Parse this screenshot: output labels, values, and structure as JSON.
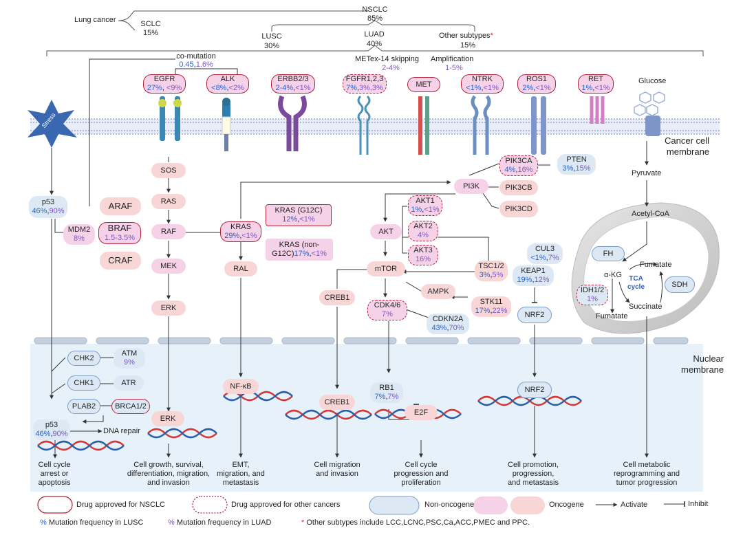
{
  "header": {
    "lung_cancer": "Lung cancer",
    "sclc": "SCLC",
    "sclc_pct": "15%",
    "nsclc": "NSCLC",
    "nsclc_pct": "85%",
    "lusc": "LUSC",
    "lusc_pct": "30%",
    "luad": "LUAD",
    "luad_pct": "40%",
    "other": "Other subtypes",
    "other_star": "*",
    "other_pct": "15%",
    "comutation": "co-mutation",
    "comutation_a": "0.45",
    "comutation_b": "1.6%",
    "metex": "METex-14 skipping",
    "metex_pct": "2-4%",
    "amplification": "Amplification",
    "amplification_pct": "1-5%"
  },
  "receptors": [
    {
      "name": "EGFR",
      "lusc": "27%",
      "luad": "<9%"
    },
    {
      "name": "ALK",
      "lusc": "<8%",
      "luad": "<2%"
    },
    {
      "name": "ERBB2/3",
      "lusc": "2-4%",
      "luad": "<1%"
    },
    {
      "name": "FGFR1,2,3",
      "lusc": "7%",
      "luad": "3%,3%"
    },
    {
      "name": "MET"
    },
    {
      "name": "NTRK",
      "lusc": "<1%",
      "luad": "<1%"
    },
    {
      "name": "ROS1",
      "lusc": "2%",
      "luad": "<1%"
    },
    {
      "name": "RET",
      "lusc": "1%",
      "luad": "<1%"
    }
  ],
  "glucose": "Glucose",
  "stress": "Stress",
  "membrane": {
    "cell": "Cancer cell\nmembrane",
    "nuclear": "Nuclear\nmembrane"
  },
  "nodes": {
    "p53": {
      "name": "p53",
      "lusc": "46%",
      "luad": "90%"
    },
    "mdm2": {
      "name": "MDM2",
      "val": "8%"
    },
    "sos": "SOS",
    "ras": "RAS",
    "raf": "RAF",
    "mek": "MEK",
    "erk": "ERK",
    "araf": "ARAF",
    "braf": {
      "name": "BRAF",
      "val": "1.5-3.5%"
    },
    "craf": "CRAF",
    "kras": {
      "name": "KRAS",
      "lusc": "29%",
      "luad": "<1%"
    },
    "kras_g12c": {
      "name": "KRAS (G12C)",
      "lusc": "12%",
      "luad": "<1%"
    },
    "kras_non": {
      "line1": "KRAS (non-",
      "line2": "G12C)",
      "lusc": "17%",
      "luad": "<1%"
    },
    "ral": "RAL",
    "pi3k": "PI3K",
    "pik3ca": {
      "name": "PIK3CA",
      "lusc": "4%",
      "luad": "16%"
    },
    "pik3cb": "PIK3CB",
    "pik3cd": "PIK3CD",
    "pten": {
      "name": "PTEN",
      "lusc": "3%",
      "luad": "15%"
    },
    "akt": "AKT",
    "akt1": {
      "name": "AKT1",
      "lusc": "1%",
      "luad": "<1%"
    },
    "akt2": {
      "name": "AKT2",
      "val": "4%"
    },
    "akt3": {
      "name": "AKT3",
      "val": "16%"
    },
    "mtor": "mTOR",
    "tsc": {
      "name": "TSC1/2",
      "lusc": "3%",
      "luad": "5%"
    },
    "ampk": "AMPK",
    "stk11": {
      "name": "STK11",
      "lusc": "17%",
      "luad": "22%"
    },
    "creb1": "CREB1",
    "cdk46": {
      "name": "CDK4/6",
      "val": "7%"
    },
    "cdkn2a": {
      "name": "CDKN2A",
      "lusc": "43%",
      "luad": "70%"
    },
    "cul3": {
      "name": "CUL3",
      "lusc": "<1%",
      "luad": "7%"
    },
    "keap1": {
      "name": "KEAP1",
      "lusc": "19%",
      "luad": "12%"
    },
    "nrf2": "NRF2",
    "pyruvate": "Pyruvate",
    "acetyl": "Acetyl-CoA",
    "fh": "FH",
    "akg": "α-KG",
    "fumarate1": "Fumatate",
    "fumarate2": "Fumatate",
    "succinate": "Succinate",
    "idh": {
      "name": "IDH1/2",
      "val": "1%"
    },
    "sdh": "SDH",
    "tca": "TCA\ncycle"
  },
  "nuclear_nodes": {
    "chk2": "CHK2",
    "atm": {
      "name": "ATM",
      "val": "9%"
    },
    "chk1": "CHK1",
    "atr": "ATR",
    "plab2": "PLAB2",
    "brca": "BRCA1/2",
    "p53n": {
      "name": "p53",
      "lusc": "46%",
      "luad": "90%"
    },
    "dna_repair": "DNA repair",
    "erk_n": "ERK",
    "nfkb": "NF-κB",
    "creb1_n": "CREB1",
    "rb1": {
      "name": "RB1",
      "lusc": "7%",
      "luad": "7%"
    },
    "e2f": "E2F",
    "nrf2_n": "NRF2"
  },
  "outcomes": [
    "Cell cycle\narrest or\napoptosis",
    "Cell growth, survival,\ndifferentiation, migration,\nand invasion",
    "EMT,\nmigration, and\nmetastasis",
    "Cell migration\nand invasion",
    "Cell cycle\nprogression and\nproliferation",
    "Cell promotion,\nprogression,\nand metastasis",
    "Cell metabolic\nreprogramming and\ntumor progression"
  ],
  "legend": {
    "nsclc": "Drug approved for NSCLC",
    "other": "Drug approved for other cancers",
    "non": "Non-oncogene",
    "onco": "Oncogene",
    "activate": "Activate",
    "inhibit": "Inhibit",
    "pct_sym": "%",
    "lusc": "Mutation frequency in LUSC",
    "luad": "Mutation frequency in LUAD",
    "star": "*",
    "note": "Other subtypes include LCC,LCNC,PSC,Ca,ACC,PMEC and PPC."
  },
  "colors": {
    "lusc": "#2a63c8",
    "luad": "#7b55c7",
    "oncogene": "#f6d2e8",
    "oncogene_alt": "#f8d6d6",
    "non_oncogene": "#dce9f5",
    "drug_border": "#b7243a",
    "nucleus": "#e7f1fa"
  }
}
